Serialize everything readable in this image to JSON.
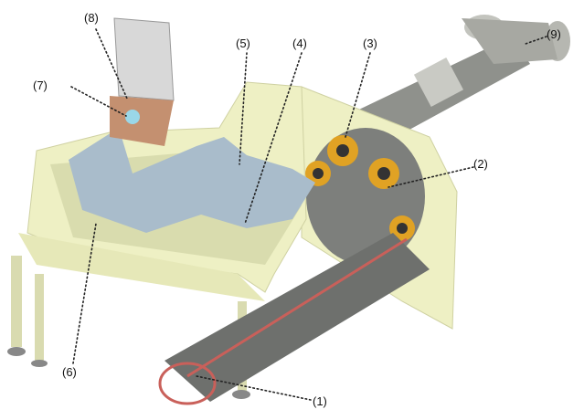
{
  "labels": {
    "l1": "(1)",
    "l2": "(2)",
    "l3": "(3)",
    "l4": "(4)",
    "l5": "(5)",
    "l6": "(6)",
    "l7": "(7)",
    "l8": "(8)",
    "l9": "(9)"
  },
  "colors": {
    "enclosure": "#eef0c4",
    "plate": "#a9bccb",
    "pipe": "#8f918c",
    "electrode": "#e0a224",
    "rod": "#c9605a"
  }
}
